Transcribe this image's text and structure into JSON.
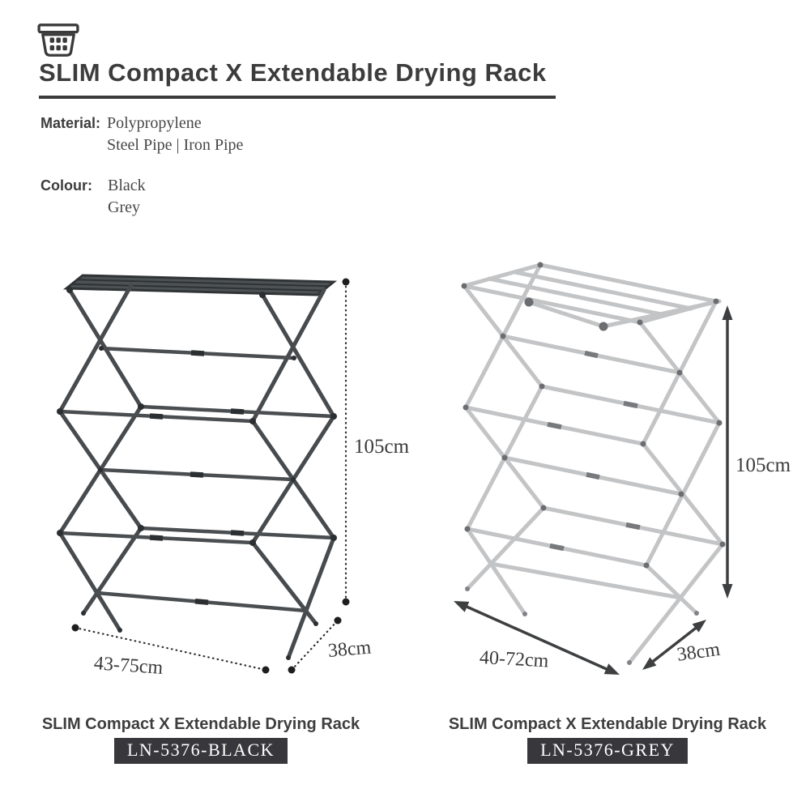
{
  "colors": {
    "ink": "#3b3b3b",
    "underline": "#3b3b3b",
    "badge_bg": "#38383c",
    "badge_text": "#ffffff",
    "dim_dotted_black": "#2c2c2c",
    "dim_arrow_grey": "#3d3f41",
    "rack_black_bar": "#474b4e",
    "rack_black_rail": "#4a4e51",
    "rack_black_joint": "#2b2f31",
    "rack_grey_bar": "#c3c4c6",
    "rack_grey_joint": "#6b6d71"
  },
  "header": {
    "icon": "laundry-basket-icon",
    "title": "SLIM Compact X Extendable Drying Rack"
  },
  "specs": {
    "material_label": "Material:",
    "material_value_1": "Polypropylene",
    "material_value_2": "Steel Pipe | Iron Pipe",
    "colour_label": "Colour:",
    "colour_value_1": "Black",
    "colour_value_2": "Grey"
  },
  "products": [
    {
      "variant": "black",
      "caption": "SLIM Compact X Extendable Drying Rack",
      "sku": "LN-5376-BLACK",
      "dims": {
        "height": "105cm",
        "width": "43-75cm",
        "depth": "38cm"
      }
    },
    {
      "variant": "grey",
      "caption": "SLIM Compact X Extendable Drying Rack",
      "sku": "LN-5376-GREY",
      "dims": {
        "height": "105cm",
        "width": "40-72cm",
        "depth": "38cm"
      }
    }
  ]
}
